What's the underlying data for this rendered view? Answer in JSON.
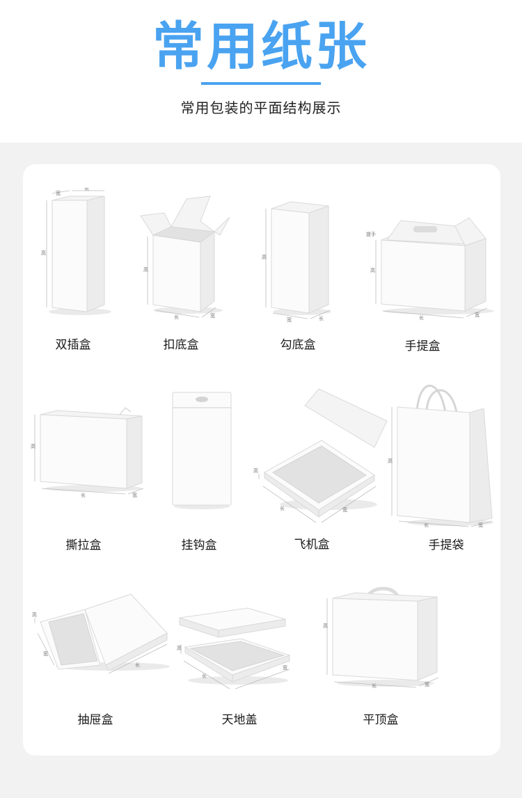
{
  "header": {
    "title": "常用纸张",
    "subtitle": "常用包装的平面结构展示"
  },
  "colors": {
    "accent": "#4aa3f0",
    "page_bg": "#f2f2f2",
    "panel_bg": "#ffffff"
  },
  "boxes": [
    {
      "name": "双插盒",
      "dims": [
        "宽",
        "长",
        "高"
      ]
    },
    {
      "name": "扣底盒",
      "dims": [
        "高",
        "长",
        "宽"
      ]
    },
    {
      "name": "勾底盒",
      "dims": [
        "高",
        "宽",
        "长"
      ]
    },
    {
      "name": "手提盒",
      "dims": [
        "提手",
        "高",
        "长",
        "宽"
      ]
    },
    {
      "name": "撕拉盒",
      "dims": [
        "高",
        "长",
        "宽"
      ]
    },
    {
      "name": "挂钩盒",
      "dims": []
    },
    {
      "name": "飞机盒",
      "dims": [
        "高",
        "长",
        "宽"
      ]
    },
    {
      "name": "手提袋",
      "dims": [
        "高",
        "长",
        "宽"
      ]
    },
    {
      "name": "抽屉盒",
      "dims": [
        "高",
        "宽",
        "长"
      ]
    },
    {
      "name": "天地盖",
      "dims": [
        "高",
        "长",
        "宽"
      ]
    },
    {
      "name": "平顶盒",
      "dims": [
        "高",
        "长",
        "宽"
      ]
    }
  ]
}
